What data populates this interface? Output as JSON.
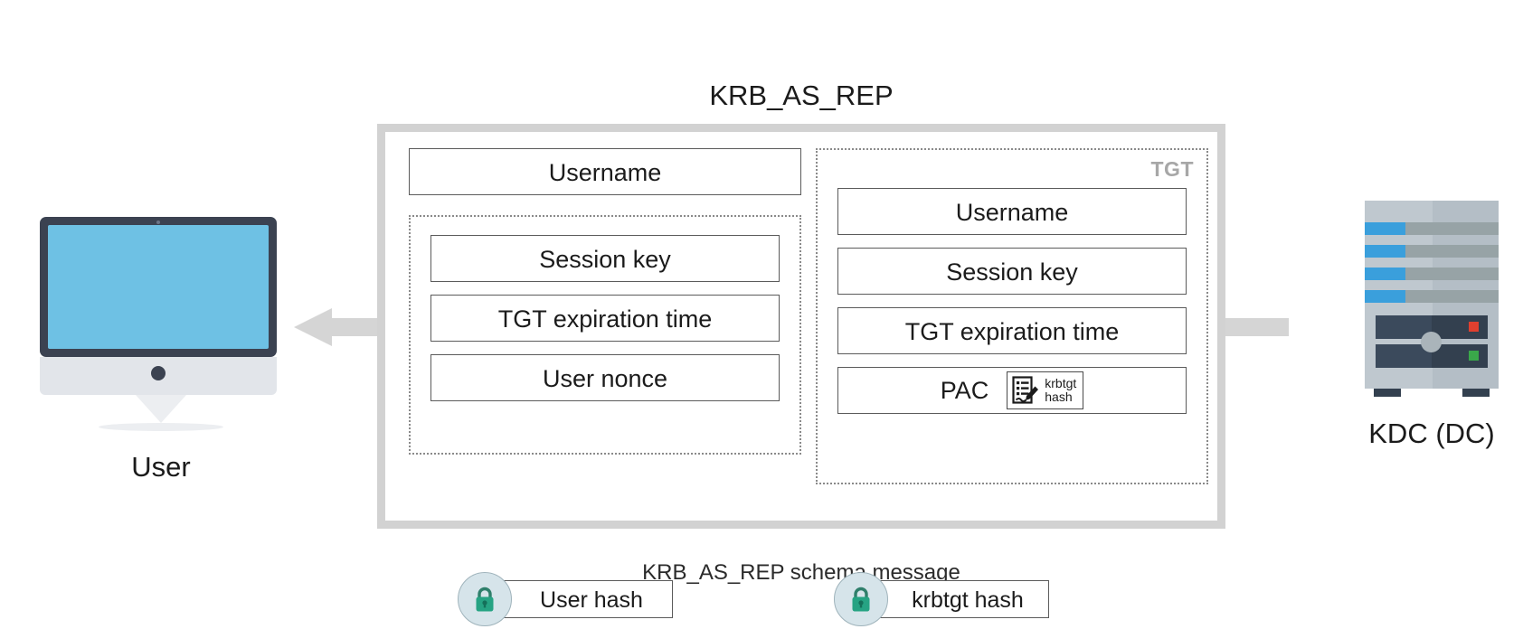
{
  "diagram": {
    "title": "KRB_AS_REP",
    "caption": "KRB_AS_REP schema message",
    "tgt_label": "TGT"
  },
  "nodes": {
    "user": {
      "label": "User",
      "icon": "desktop-monitor-icon"
    },
    "kdc": {
      "label": "KDC (DC)",
      "icon": "server-tower-icon"
    }
  },
  "arrow": {
    "direction": "left",
    "from": "KDC (DC)",
    "to": "User",
    "color": "#d5d5d5"
  },
  "left_column": {
    "plain_fields": [
      "Username"
    ],
    "encrypted_block": {
      "fields": [
        "Session key",
        "TGT expiration time",
        "User nonce"
      ],
      "encryption": {
        "label": "User hash",
        "icon": "padlock-icon"
      }
    }
  },
  "right_column": {
    "encrypted_block": {
      "corner_label": "TGT",
      "fields": [
        "Username",
        "Session key",
        "TGT expiration time"
      ],
      "pac_row": {
        "label": "PAC",
        "signature": {
          "icon": "signed-document-icon",
          "line1": "krbtgt",
          "line2": "hash"
        }
      },
      "encryption": {
        "label": "krbtgt hash",
        "icon": "padlock-icon"
      }
    }
  },
  "colors": {
    "frame_border": "#d2d2d2",
    "field_border": "#5b5b5b",
    "dotted_border": "#8a8a8a",
    "lock_green": "#2aa17f",
    "lock_circle_bg": "#d6e4ea",
    "monitor_screen": "#6ec1e4",
    "monitor_bezel": "#3b4251",
    "server_body": "#bfc8cf",
    "server_bar_blue": "#3a9fdc",
    "led_red": "#e0402f",
    "led_green": "#3aa84a",
    "tgt_label": "#a7a7a7"
  }
}
